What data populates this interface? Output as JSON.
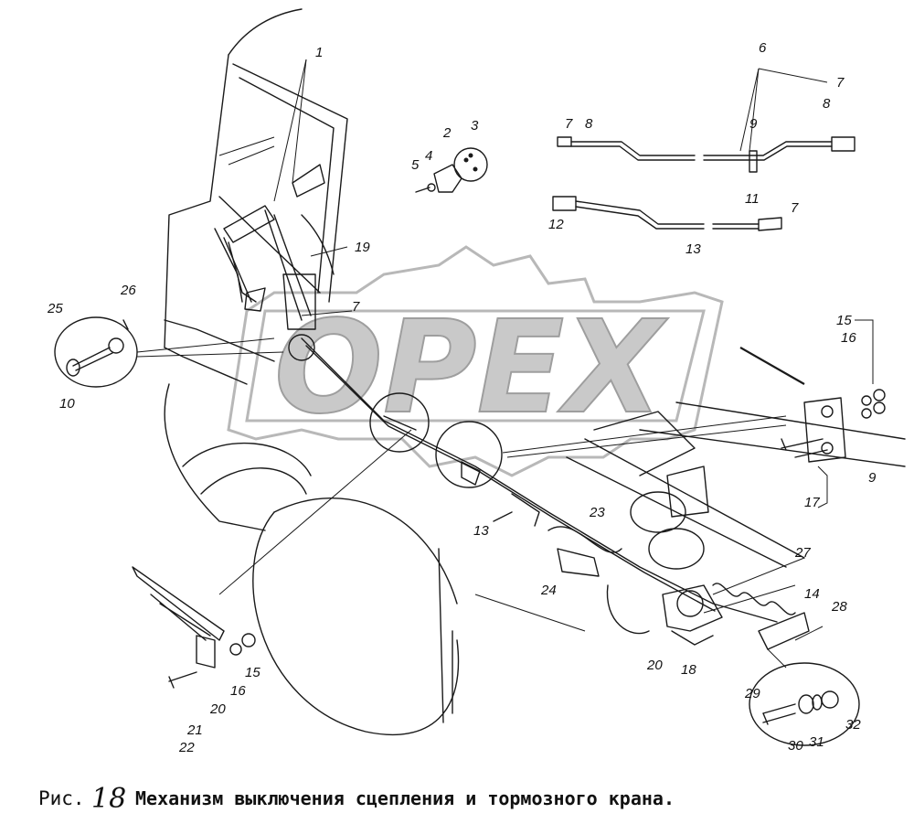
{
  "caption": {
    "prefix": "Рис.",
    "number": "18",
    "text": "Механизм выключения сцепления и тормозного крана."
  },
  "watermark": {
    "text": "OPEX"
  },
  "callouts": [
    "1",
    "2",
    "3",
    "4",
    "5",
    "6",
    "7",
    "7",
    "7",
    "7",
    "8",
    "8",
    "9",
    "9",
    "10",
    "11",
    "12",
    "13",
    "13",
    "14",
    "15",
    "15",
    "16",
    "16",
    "17",
    "18",
    "19",
    "20",
    "20",
    "21",
    "22",
    "23",
    "24",
    "25",
    "26",
    "27",
    "28",
    "29",
    "30",
    "31",
    "32"
  ]
}
